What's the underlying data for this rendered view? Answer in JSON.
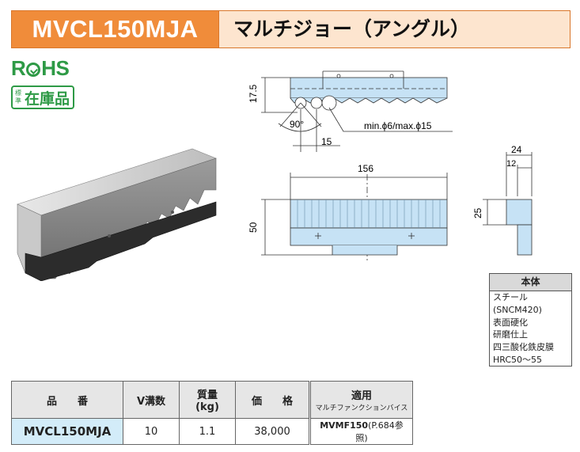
{
  "header": {
    "code": "MVCL150MJA",
    "name": "マルチジョー（アングル）"
  },
  "badges": {
    "rohs": [
      "R",
      "HS"
    ],
    "stock_small": "標準",
    "stock": "在庫品"
  },
  "drawing": {
    "dim_height": "17.5",
    "angle": "90°",
    "pitch": "15",
    "groove_note": "min.ϕ6/max.ϕ15",
    "length": "156",
    "height": "50",
    "depth_total": "24",
    "depth_step": "12",
    "side_height": "25"
  },
  "spec": {
    "header": "本体",
    "lines": [
      "スチール(SNCM420)",
      "表面硬化",
      "研磨仕上",
      "四三酸化鉄皮膜",
      "HRC50～55"
    ]
  },
  "table": {
    "headers": {
      "code": "品　　番",
      "vgrooves": "V溝数",
      "mass": "質量",
      "mass_unit": "(kg)",
      "price": "価　　格",
      "applies": "適用",
      "applies_sub": "マルチファンクションバイス"
    },
    "row": {
      "code": "MVCL150MJA",
      "vgrooves": "10",
      "mass": "1.1",
      "price": "38,000",
      "applies_code": "MVMF150",
      "applies_ref": "(P.684参照)"
    }
  },
  "colors": {
    "header_orange": "#f08c3a",
    "header_light": "#fde5cf",
    "rohs_green": "#2e9a46",
    "part_blue": "#c6e2f5",
    "code_cell": "#d3ecf9"
  }
}
